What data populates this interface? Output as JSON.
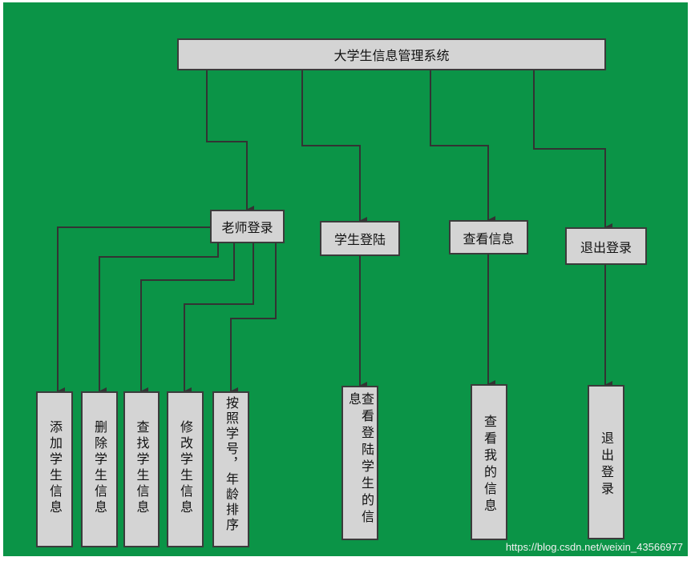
{
  "diagram": {
    "root": "大学生信息管理系统",
    "modules": {
      "teacher_login": "老师登录",
      "student_login": "学生登陆",
      "view_info": "查看信息",
      "logout": "退出登录"
    },
    "leaves": {
      "add_student": "添加学生信息",
      "delete_student": "删除学生信息",
      "find_student": "查找学生信息",
      "edit_student": "修改学生信息",
      "sort_students": "按照学号，年龄排序",
      "view_login_info": "查看登陆学生的信息",
      "view_my_info": "查看我的信息",
      "logout_leaf": "退出登录"
    }
  },
  "watermark": "https://blog.csdn.net/weixin_43566977",
  "colors": {
    "background": "#0b9447",
    "box_fill": "#d4d4d4",
    "line": "#333333"
  }
}
